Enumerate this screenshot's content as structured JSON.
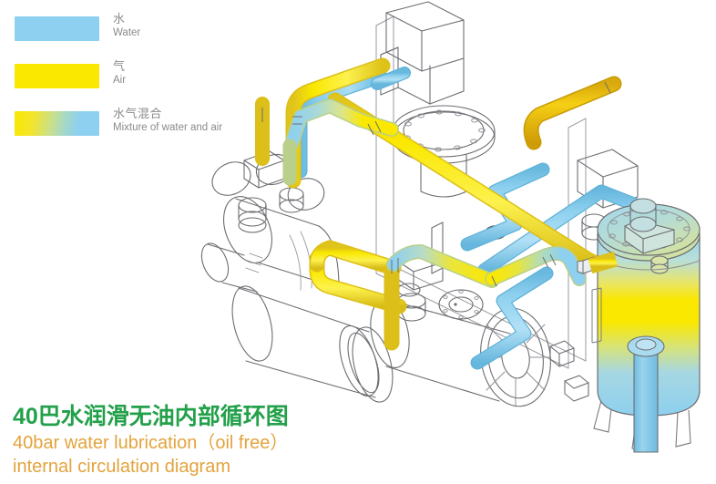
{
  "legend": {
    "items": [
      {
        "cn": "水",
        "en": "Water",
        "swatch": "water",
        "color": "#8ed0ef"
      },
      {
        "cn": "气",
        "en": "Air",
        "swatch": "air",
        "color": "#fae800"
      },
      {
        "cn": "水气混合",
        "en": "Mixture of water and air",
        "swatch": "mixture",
        "color": "#fae800"
      }
    ]
  },
  "caption": {
    "cn": "40巴水润滑无油内部循环图",
    "en_line1": "40bar water lubrication（oil free）",
    "en_line2": "internal circulation diagram",
    "cn_color": "#23a04a",
    "en_color": "#e3a33c"
  },
  "colors": {
    "water": "#8ed0ef",
    "water_dark": "#62b8e0",
    "air": "#fae800",
    "air_dark": "#e8b714",
    "line": "#6d6e72",
    "line_light": "#9a9ba0",
    "background": "#ffffff"
  },
  "diagram": {
    "type": "technical-isometric-schematic",
    "components": [
      {
        "name": "compressor-block-left",
        "label": ""
      },
      {
        "name": "compressor-block-right",
        "label": ""
      },
      {
        "name": "separator-vessel-top",
        "label": ""
      },
      {
        "name": "impeller-wheel",
        "label": ""
      },
      {
        "name": "receiver-tank",
        "label": ""
      }
    ],
    "pipes": [
      {
        "name": "air-pipe-top-arch",
        "medium": "air"
      },
      {
        "name": "air-pipe-upper-right-stub",
        "medium": "air"
      },
      {
        "name": "air-pipe-long-diagonal",
        "medium": "air"
      },
      {
        "name": "air-pipe-mid-left-diagonal",
        "medium": "air"
      },
      {
        "name": "air-pipe-vertical-drop",
        "medium": "air"
      },
      {
        "name": "water-pipe-top-parallel",
        "medium": "water"
      },
      {
        "name": "water-pipe-zigzag-center",
        "medium": "water"
      },
      {
        "name": "water-pipe-right-diagonal",
        "medium": "water"
      },
      {
        "name": "water-pipe-lower-zigzag",
        "medium": "water"
      },
      {
        "name": "mixture-pipe-upper-left",
        "medium": "mixture"
      },
      {
        "name": "mixture-pipe-to-tank",
        "medium": "mixture"
      }
    ]
  }
}
